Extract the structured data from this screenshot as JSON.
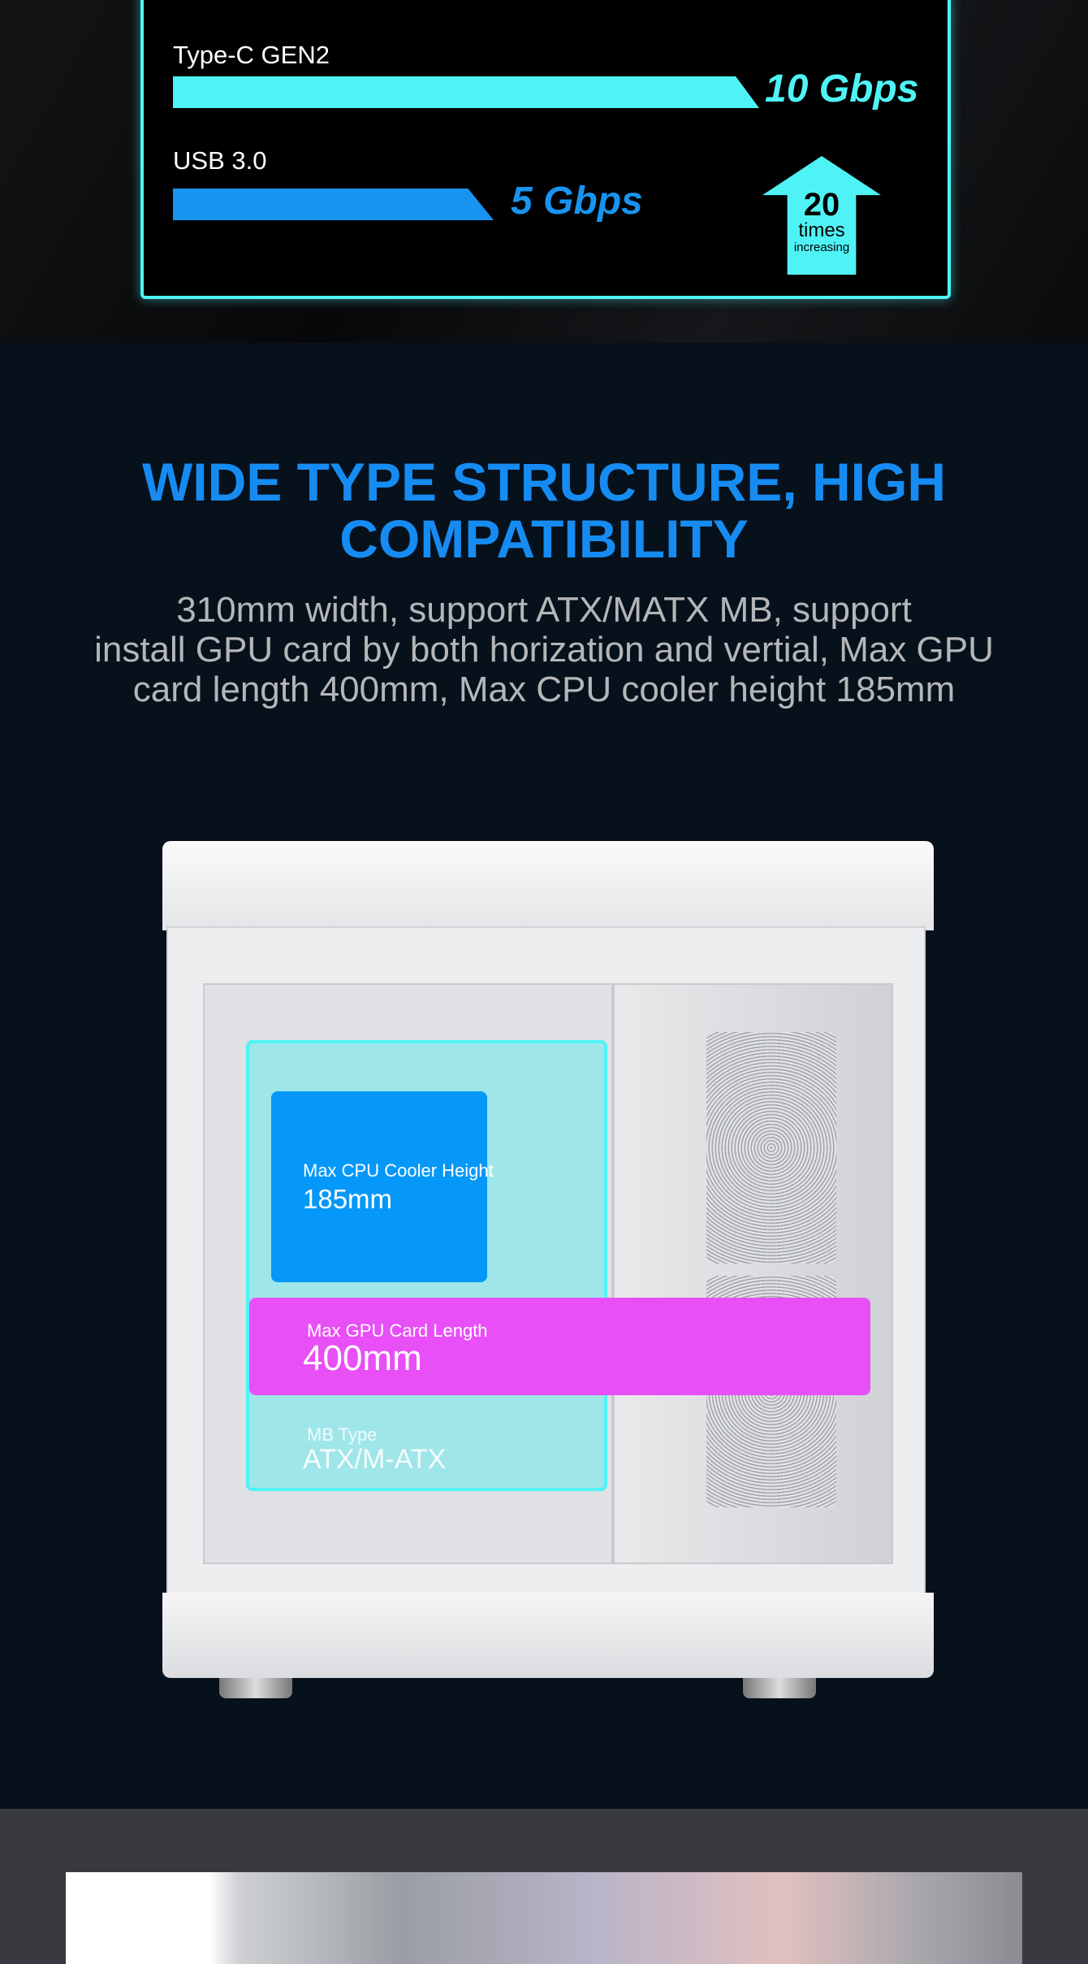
{
  "speed_panel": {
    "rows": [
      {
        "label": "Type-C GEN2",
        "speed": "10 Gbps",
        "color": "#4ff3f5"
      },
      {
        "label": "USB 3.0",
        "speed": "5 Gbps",
        "color": "#1894f0"
      }
    ],
    "badge": {
      "number": "20",
      "word": "times",
      "sub": "increasing"
    }
  },
  "section": {
    "title_line1": "WIDE TYPE STRUCTURE, HIGH",
    "title_line2": "COMPATIBILITY",
    "desc_line1": "310mm width, support ATX/MATX MB, support",
    "desc_line2": "install GPU card by both horization and vertial, Max GPU",
    "desc_line3": "card length 400mm, Max CPU cooler height 185mm"
  },
  "specs": {
    "cpu": {
      "label": "Max CPU Cooler Height",
      "value": "185mm"
    },
    "gpu": {
      "label": "Max GPU Card Length",
      "value": "400mm"
    },
    "mb": {
      "label": "MB Type",
      "value": "ATX/M-ATX"
    }
  },
  "colors": {
    "accent": "#168cf2",
    "cyan": "#4ff3f5",
    "magenta": "#e84ff6"
  }
}
